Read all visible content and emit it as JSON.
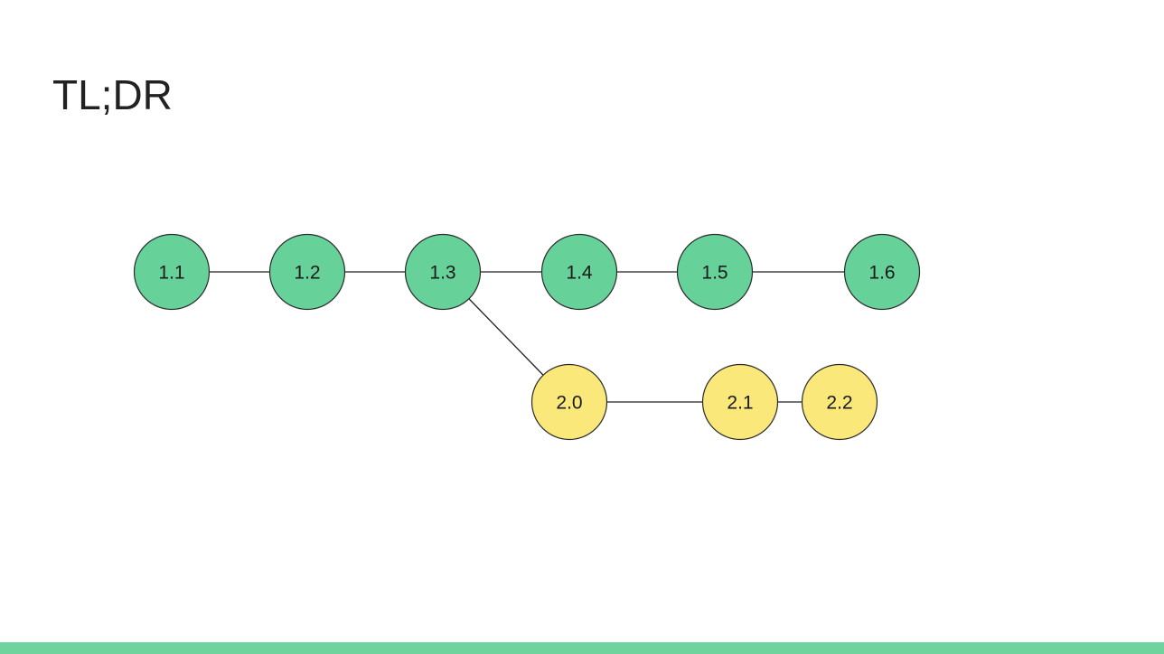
{
  "slide": {
    "title": "TL;DR"
  },
  "colors": {
    "branch1": "#66d29a",
    "branch2": "#fbe87a",
    "footer": "#6ed39c"
  },
  "nodes": [
    {
      "id": "n11",
      "label": "1.1",
      "branch": "branch1"
    },
    {
      "id": "n12",
      "label": "1.2",
      "branch": "branch1"
    },
    {
      "id": "n13",
      "label": "1.3",
      "branch": "branch1"
    },
    {
      "id": "n14",
      "label": "1.4",
      "branch": "branch1"
    },
    {
      "id": "n15",
      "label": "1.5",
      "branch": "branch1"
    },
    {
      "id": "n16",
      "label": "1.6",
      "branch": "branch1"
    },
    {
      "id": "n20",
      "label": "2.0",
      "branch": "branch2"
    },
    {
      "id": "n21",
      "label": "2.1",
      "branch": "branch2"
    },
    {
      "id": "n22",
      "label": "2.2",
      "branch": "branch2"
    }
  ],
  "edges": [
    [
      "n11",
      "n12"
    ],
    [
      "n12",
      "n13"
    ],
    [
      "n13",
      "n14"
    ],
    [
      "n14",
      "n15"
    ],
    [
      "n15",
      "n16"
    ],
    [
      "n13",
      "n20"
    ],
    [
      "n20",
      "n21"
    ],
    [
      "n21",
      "n22"
    ]
  ]
}
